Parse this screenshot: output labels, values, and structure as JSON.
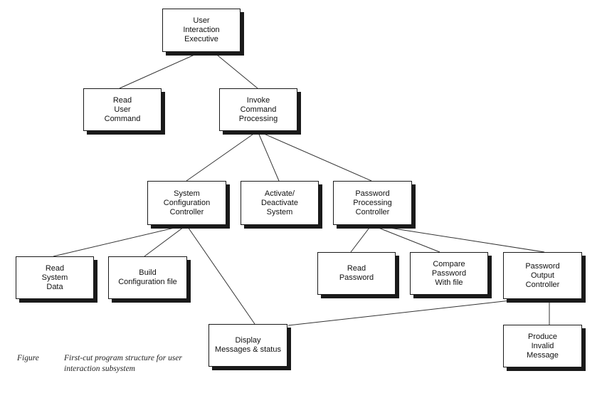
{
  "modules": {
    "user_interaction_executive": "User\nInteraction\nExecutive",
    "read_user_command": "Read\nUser\nCommand",
    "invoke_command_processing": "Invoke\nCommand\nProcessing",
    "system_configuration_controller": "System\nConfiguration\nController",
    "activate_deactivate_system": "Activate/\nDeactivate\nSystem",
    "password_processing_controller": "Password\nProcessing\nController",
    "read_system_data": "Read\nSystem\nData",
    "build_configuration_file": "Build\nConfiguration file",
    "read_password": "Read\nPassword",
    "compare_password_with_file": "Compare\nPassword\nWith file",
    "password_output_controller": "Password\nOutput\nController",
    "display_messages_status": "Display\nMessages & status",
    "produce_invalid_message": "Produce\nInvalid\nMessage"
  },
  "caption": {
    "label": "Figure",
    "text_line1": "First-cut program structure for user",
    "text_line2": "interaction subsystem"
  }
}
